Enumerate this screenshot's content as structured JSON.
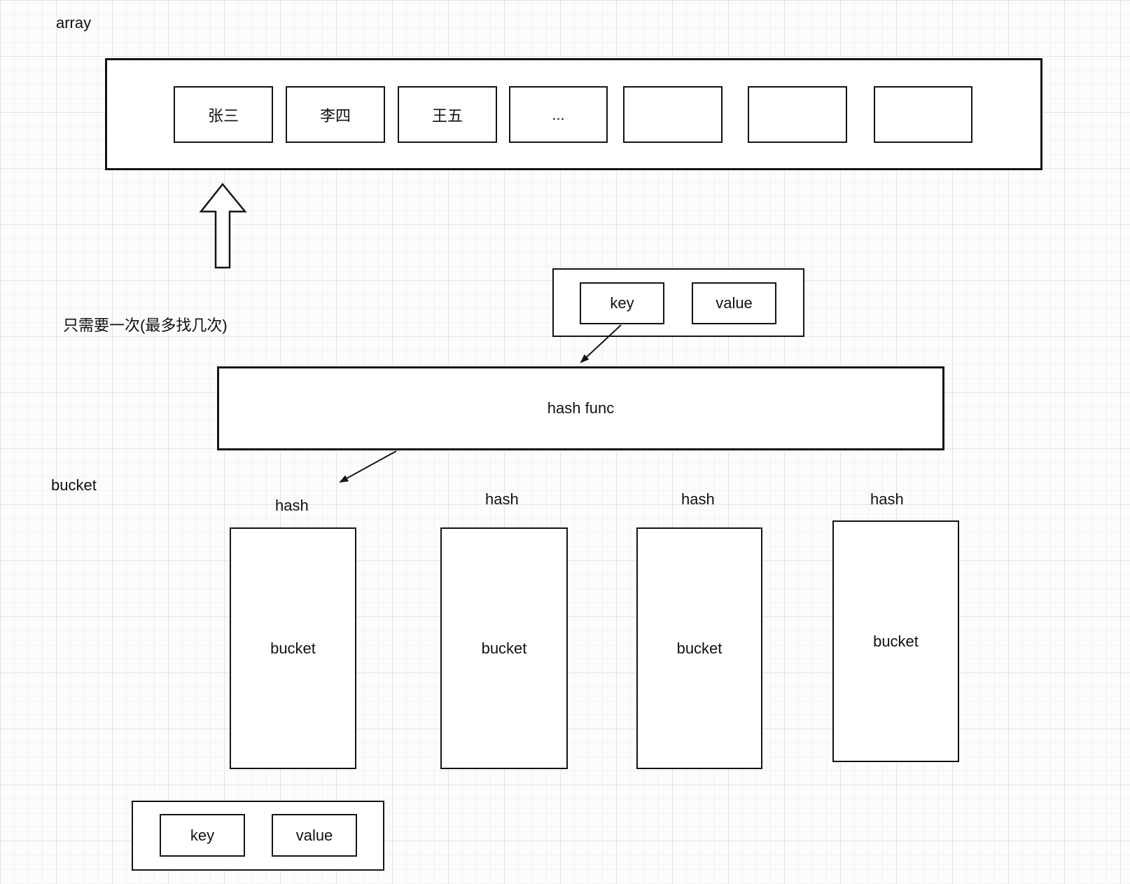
{
  "canvas": {
    "background_color": "#fcfcfc",
    "grid_minor_color": "#f1f1f1",
    "grid_major_color": "#e3e3e3",
    "stroke_color": "#141414"
  },
  "array": {
    "title": "array",
    "cells": [
      {
        "label": "张三"
      },
      {
        "label": "李四"
      },
      {
        "label": "王五"
      },
      {
        "label": "..."
      },
      {
        "label": ""
      },
      {
        "label": ""
      },
      {
        "label": ""
      }
    ]
  },
  "note": {
    "text": "只需要一次(最多找几次)"
  },
  "kv_top": {
    "key_label": "key",
    "value_label": "value"
  },
  "hash_func": {
    "label": "hash func"
  },
  "bucket_section": {
    "side_label": "bucket",
    "buckets": [
      {
        "hash_label": "hash",
        "label": "bucket"
      },
      {
        "hash_label": "hash",
        "label": "bucket"
      },
      {
        "hash_label": "hash",
        "label": "bucket"
      },
      {
        "hash_label": "hash",
        "label": "bucket"
      }
    ]
  },
  "kv_bottom": {
    "key_label": "key",
    "value_label": "value"
  }
}
